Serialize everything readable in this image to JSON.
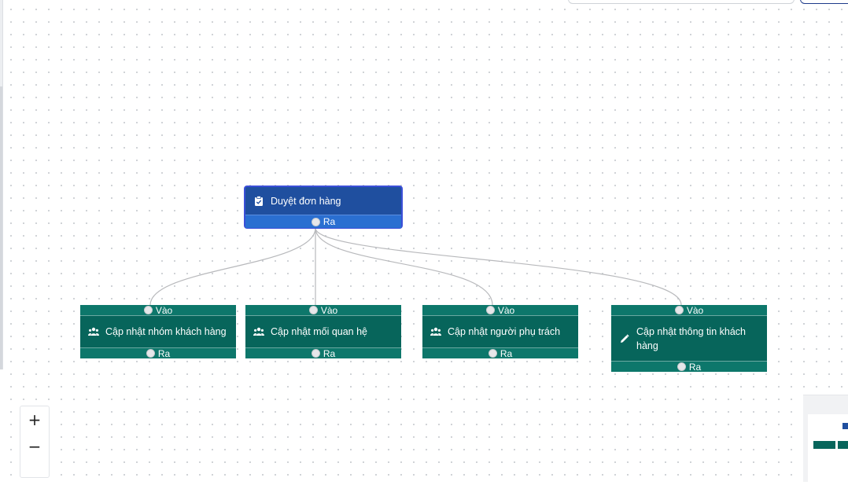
{
  "colors": {
    "root_node": "#1f4f9f",
    "root_border": "#3b4fd8",
    "child_node": "#07655b",
    "edge": "#b8b9bc"
  },
  "root": {
    "icon": "clipboard-check-icon",
    "label": "Duyệt đơn hàng",
    "out_label": "Ra"
  },
  "children": [
    {
      "icon": "users-icon",
      "label": "Cập nhật nhóm khách hàng",
      "in_label": "Vào",
      "out_label": "Ra"
    },
    {
      "icon": "users-icon",
      "label": "Cập nhật mối quan hệ",
      "in_label": "Vào",
      "out_label": "Ra"
    },
    {
      "icon": "users-icon",
      "label": "Cập nhật người phụ trách",
      "in_label": "Vào",
      "out_label": "Ra"
    },
    {
      "icon": "pencil-icon",
      "label": "Cập nhật thông tin khách hàng",
      "in_label": "Vào",
      "out_label": "Ra"
    }
  ],
  "controls": {
    "zoom_in": "+",
    "zoom_out": "−"
  }
}
